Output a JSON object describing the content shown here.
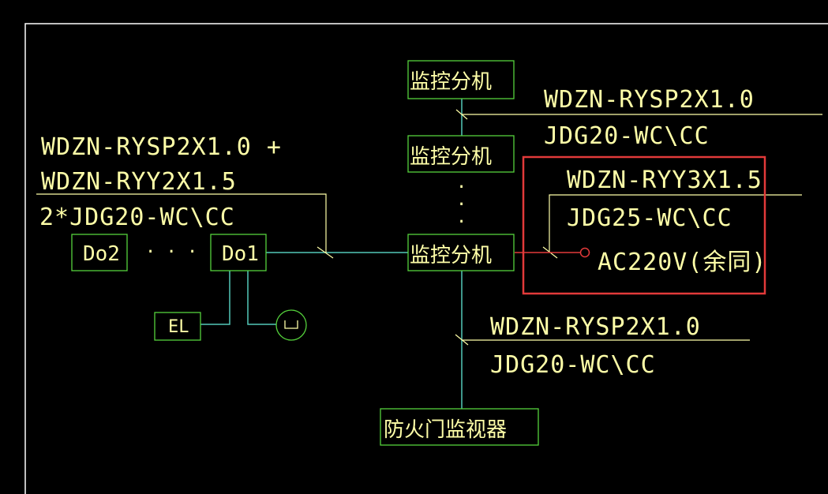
{
  "colors": {
    "background": "#000000",
    "frame": "#ffffff",
    "text": "#ffffa8",
    "box": "#55d23c",
    "wire": "#52c8b8",
    "cable": "#ffffa8",
    "highlight": "#e23a3a",
    "power_wire": "#e23a3a"
  },
  "devices": {
    "monitor_unit_top": "监控分机",
    "monitor_unit_middle": "监控分机",
    "monitor_unit_main": "监控分机",
    "door_monitor": "防火门监视器",
    "do2": "Do2",
    "do1": "Do1",
    "el": "EL",
    "dots_horizontal": "· · ·",
    "dots_vertical": "·"
  },
  "cables": {
    "left_line1": "WDZN-RYSP2X1.0 +",
    "left_line2": "WDZN-RYY2X1.5",
    "left_line3": "2*JDG20-WC\\CC",
    "top_right_line1": "WDZN-RYSP2X1.0",
    "top_right_line2": "JDG20-WC\\CC",
    "power_line1": "WDZN-RYY3X1.5",
    "power_line2": "JDG25-WC\\CC",
    "power_line3": "AC220V(余同)",
    "bottom_line1": "WDZN-RYSP2X1.0",
    "bottom_line2": "JDG20-WC\\CC"
  }
}
